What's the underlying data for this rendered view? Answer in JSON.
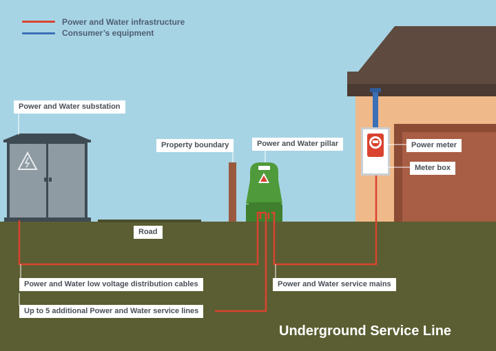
{
  "legend": {
    "items": [
      {
        "label": "Power and Water infrastructure",
        "color": "#d9432f"
      },
      {
        "label": "Consumer’s equipment",
        "color": "#3b6fb6"
      }
    ]
  },
  "labels": {
    "substation": "Power and Water substation",
    "property_boundary": "Property boundary",
    "pillar": "Power and Water pillar",
    "power_meter": "Power meter",
    "meter_box": "Meter box",
    "road": "Road",
    "low_voltage_cables": "Power and Water low voltage distribution cables",
    "service_mains": "Power and Water service mains",
    "additional_lines": "Up to 5 additional Power and Water service lines"
  },
  "caption": "Underground Service Line",
  "colors": {
    "sky": "#a7d4e4",
    "ground": "#5b5e32",
    "infrastructure_line": "#d9432f",
    "consumer_line": "#3b6fb6",
    "pillar": "#4f9a3a",
    "roof": "#5e4a3e",
    "wall": "#f0b98a",
    "door": "#a85e44"
  },
  "icons": {
    "substation_warning": "warning-triangle-icon",
    "pillar_warning": "warning-triangle-icon"
  }
}
